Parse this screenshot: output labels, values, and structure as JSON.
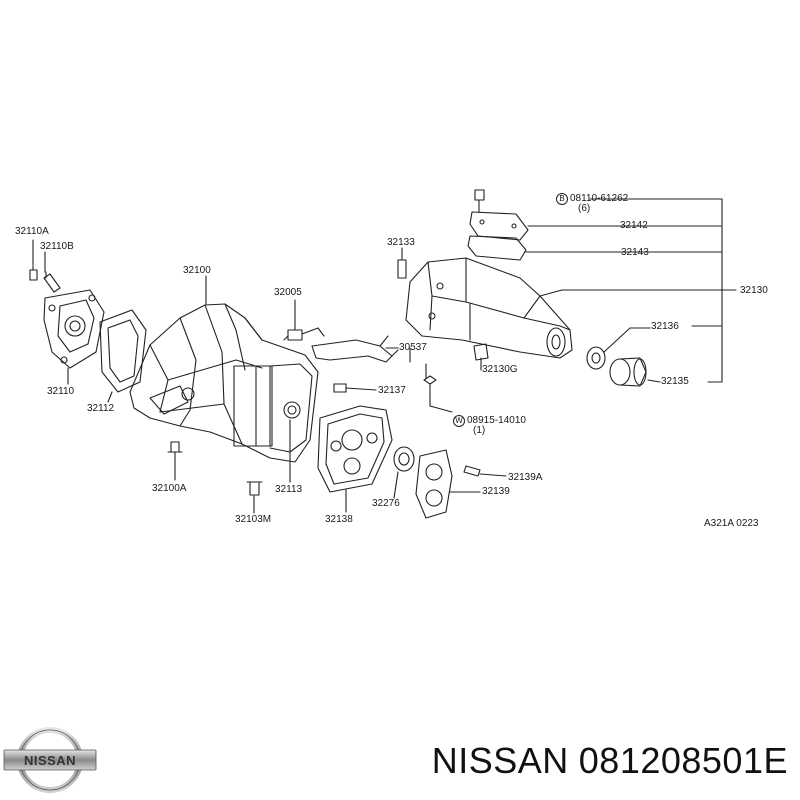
{
  "labels": {
    "l32110A": "32110A",
    "l32110B": "32110B",
    "l32100": "32100",
    "l32005": "32005",
    "l32133": "32133",
    "l08110": "08110-61262",
    "l08110q": "(6)",
    "l32142": "32142",
    "l32143": "32143",
    "l32130": "32130",
    "l32110": "32110",
    "l32112": "32112",
    "l30537": "30537",
    "l32137": "32137",
    "l32130G": "32130G",
    "l32136": "32136",
    "l32135": "32135",
    "l08915": "08915-14010",
    "l08915q": "(1)",
    "l32100A": "32100A",
    "l32113": "32113",
    "l32139A": "32139A",
    "l32139": "32139",
    "l32276": "32276",
    "l32103M": "32103M",
    "l32138": "32138",
    "ref": "A321A 0223",
    "markB": "B",
    "markW": "W"
  },
  "brand": {
    "logo_text": "NISSAN",
    "name": "NISSAN",
    "part_number": "081208501E"
  }
}
